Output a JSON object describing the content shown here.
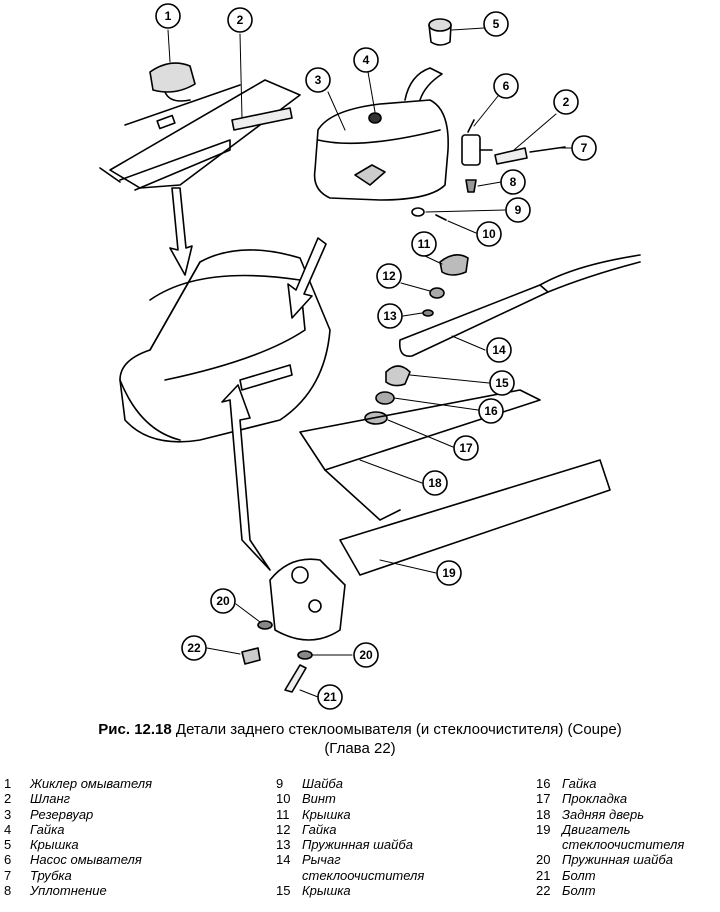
{
  "caption": {
    "lead": "Рис. 12.18",
    "text": " Детали заднего стеклоомывателя (и стеклоочистителя) (Coupe)",
    "line2": "(Глава 22)"
  },
  "callouts": [
    {
      "num": "1"
    },
    {
      "num": "2"
    },
    {
      "num": "3"
    },
    {
      "num": "4"
    },
    {
      "num": "5"
    },
    {
      "num": "6"
    },
    {
      "num": "2"
    },
    {
      "num": "7"
    },
    {
      "num": "8"
    },
    {
      "num": "9"
    },
    {
      "num": "10"
    },
    {
      "num": "11"
    },
    {
      "num": "12"
    },
    {
      "num": "13"
    },
    {
      "num": "14"
    },
    {
      "num": "15"
    },
    {
      "num": "16"
    },
    {
      "num": "17"
    },
    {
      "num": "18"
    },
    {
      "num": "19"
    },
    {
      "num": "20"
    },
    {
      "num": "20"
    },
    {
      "num": "22"
    },
    {
      "num": "21"
    }
  ],
  "legend": {
    "col1": [
      {
        "num": "1",
        "label": "Жиклер омывателя"
      },
      {
        "num": "2",
        "label": "Шланг"
      },
      {
        "num": "3",
        "label": "Резервуар"
      },
      {
        "num": "4",
        "label": "Гайка"
      },
      {
        "num": "5",
        "label": "Крышка"
      },
      {
        "num": "6",
        "label": "Насос омывателя"
      },
      {
        "num": "7",
        "label": "Трубка"
      },
      {
        "num": "8",
        "label": "Уплотнение"
      }
    ],
    "col2": [
      {
        "num": "9",
        "label": "Шайба"
      },
      {
        "num": "10",
        "label": "Винт"
      },
      {
        "num": "11",
        "label": "Крышка"
      },
      {
        "num": "12",
        "label": "Гайка"
      },
      {
        "num": "13",
        "label": "Пружинная шайба"
      },
      {
        "num": "14",
        "label": "Рычаг",
        "cont": "стеклоочистителя"
      },
      {
        "num": "15",
        "label": "Крышка"
      }
    ],
    "col3": [
      {
        "num": "16",
        "label": "Гайка"
      },
      {
        "num": "17",
        "label": "Прокладка"
      },
      {
        "num": "18",
        "label": "Задняя дверь"
      },
      {
        "num": "19",
        "label": "Двигатель",
        "cont": "стеклоочистителя"
      },
      {
        "num": "20",
        "label": "Пружинная шайба"
      },
      {
        "num": "21",
        "label": "Болт"
      },
      {
        "num": "22",
        "label": "Болт"
      }
    ]
  }
}
